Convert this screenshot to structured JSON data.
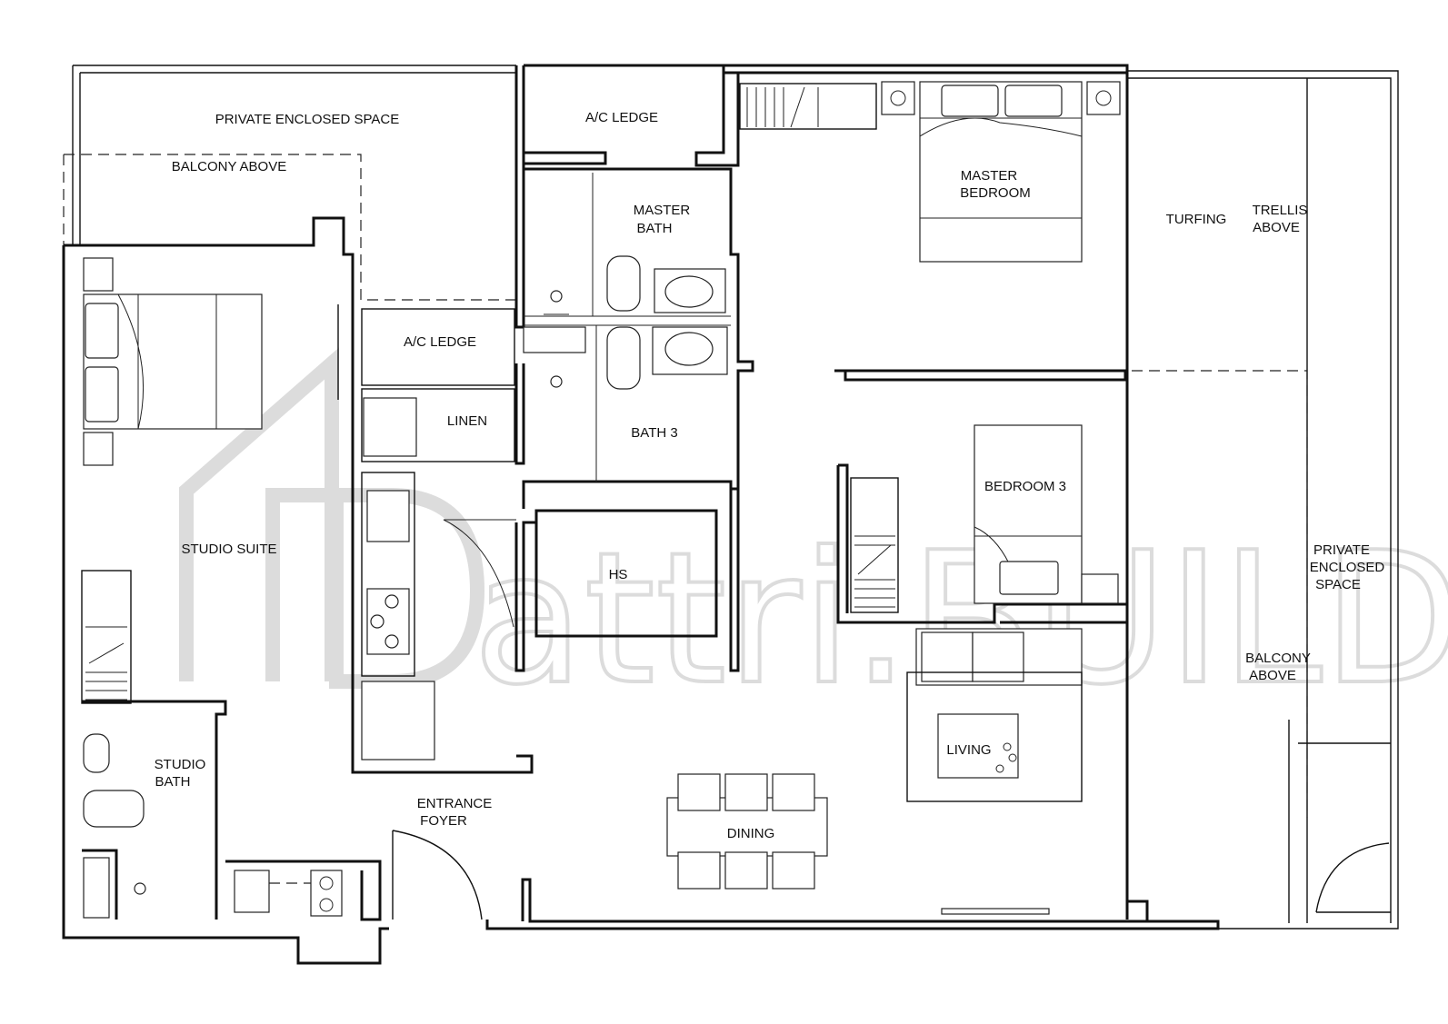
{
  "rooms": {
    "private_enclosed_space_top": "PRIVATE ENCLOSED SPACE",
    "balcony_above_top": "BALCONY ABOVE",
    "ac_ledge_top": "A/C LEDGE",
    "master_bath": [
      "MASTER",
      "BATH"
    ],
    "master_bedroom": [
      "MASTER",
      "BEDROOM"
    ],
    "turfing": "TURFING",
    "trellis_above": [
      "TRELLIS",
      "ABOVE"
    ],
    "ac_ledge_mid": "A/C LEDGE",
    "linen": "LINEN",
    "bath3": "BATH 3",
    "studio_suite": "STUDIO SUITE",
    "hs": "HS",
    "bedroom3": "BEDROOM 3",
    "private_enclosed_space_right": [
      "PRIVATE",
      "ENCLOSED",
      "SPACE"
    ],
    "balcony_above_right": [
      "BALCONY",
      "ABOVE"
    ],
    "living": "LIVING",
    "studio_bath": [
      "STUDIO",
      "BATH"
    ],
    "entrance_foyer": [
      "ENTRANCE",
      "FOYER"
    ],
    "dining": "DINING"
  },
  "watermark": "attri.BUILD"
}
